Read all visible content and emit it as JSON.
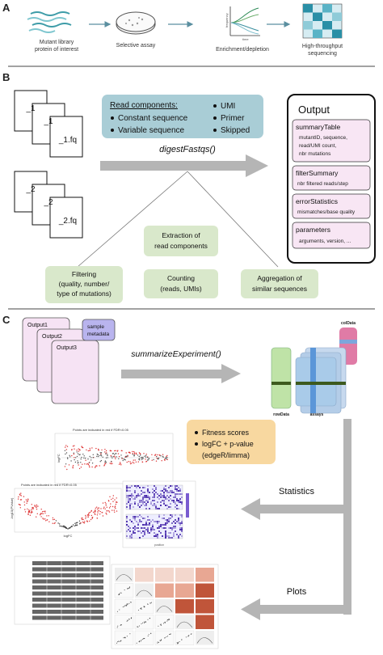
{
  "panels": [
    "A",
    "B",
    "C"
  ],
  "panel_a": {
    "steps": [
      {
        "caption_lines": [
          "Mutant library",
          "protein of interest"
        ]
      },
      {
        "caption_lines": [
          "Selective assay"
        ]
      },
      {
        "caption_lines": [
          "Enrichment/depletion"
        ]
      },
      {
        "caption_lines": [
          "High-throughput",
          "sequencing"
        ]
      }
    ],
    "mini_axis": {
      "y": "frequency",
      "x": "time"
    }
  },
  "panel_b": {
    "files": [
      {
        "label_back": "_1",
        "label_mid": "_1",
        "label_front": "_1.fq"
      },
      {
        "label_back": "_2",
        "label_mid": "_2",
        "label_front": "_2.fq"
      }
    ],
    "read_components": {
      "title": "Read components:",
      "left_items": [
        "Constant sequence",
        "Variable sequence"
      ],
      "right_items": [
        "UMI",
        "Primer",
        "Skipped"
      ]
    },
    "function": "digestFastqs()",
    "steps": [
      {
        "lines": [
          "Extraction of",
          "read components"
        ]
      },
      {
        "lines": [
          "Filtering",
          "(quality, number/",
          "type of mutations)"
        ]
      },
      {
        "lines": [
          "Counting",
          "(reads, UMIs)"
        ]
      },
      {
        "lines": [
          "Aggregation of",
          "similar sequences"
        ]
      }
    ],
    "output": {
      "title": "Output",
      "items": [
        {
          "head": "summaryTable",
          "body": [
            "mutantID, sequence,",
            "read/UMI count,",
            "nbr mutations"
          ]
        },
        {
          "head": "filterSummary",
          "body": [
            "nbr filtered reads/step"
          ]
        },
        {
          "head": "errorStatistics",
          "body": [
            "mismatches/base quality"
          ]
        },
        {
          "head": "parameters",
          "body": [
            "arguments, version, ..."
          ]
        }
      ]
    }
  },
  "panel_c": {
    "outputs": [
      "Output1",
      "Output2",
      "Output3"
    ],
    "sample_metadata": [
      "sample",
      "metadata"
    ],
    "function": "summarizeExperiment()",
    "se_labels": {
      "coldata": "colData",
      "rowdata": "rowData",
      "assays": "assays"
    },
    "results": [
      "Fitness scores",
      "logFC + p-value",
      "(edgeR/limma)"
    ],
    "arrows": {
      "statistics": "Statistics",
      "plots": "Plots"
    },
    "mini_plots": {
      "volcano_title_1": "Points are indicated in red if FDR<0.05",
      "volcano_title_2": "Points are indicated in red if FDR<0.05",
      "ma_ylabel": "logFC",
      "volcano_xlabel": "logFC",
      "volcano_ylabel": "-log10(PValue)",
      "heatmap_xlabel": "position"
    }
  },
  "colors": {
    "teal_box": "#a9cdd6",
    "green_box": "#d9e8cb",
    "orange_box": "#f8d8a0",
    "output_pink": "#f8e6f4",
    "metadata_purple": "#b9b4ee",
    "rowdata_green": "#bfe3a7",
    "assays_blue": "#a9cbe9",
    "coldata_pink": "#e07ba6",
    "arrow_gray": "#b5b5b5"
  }
}
